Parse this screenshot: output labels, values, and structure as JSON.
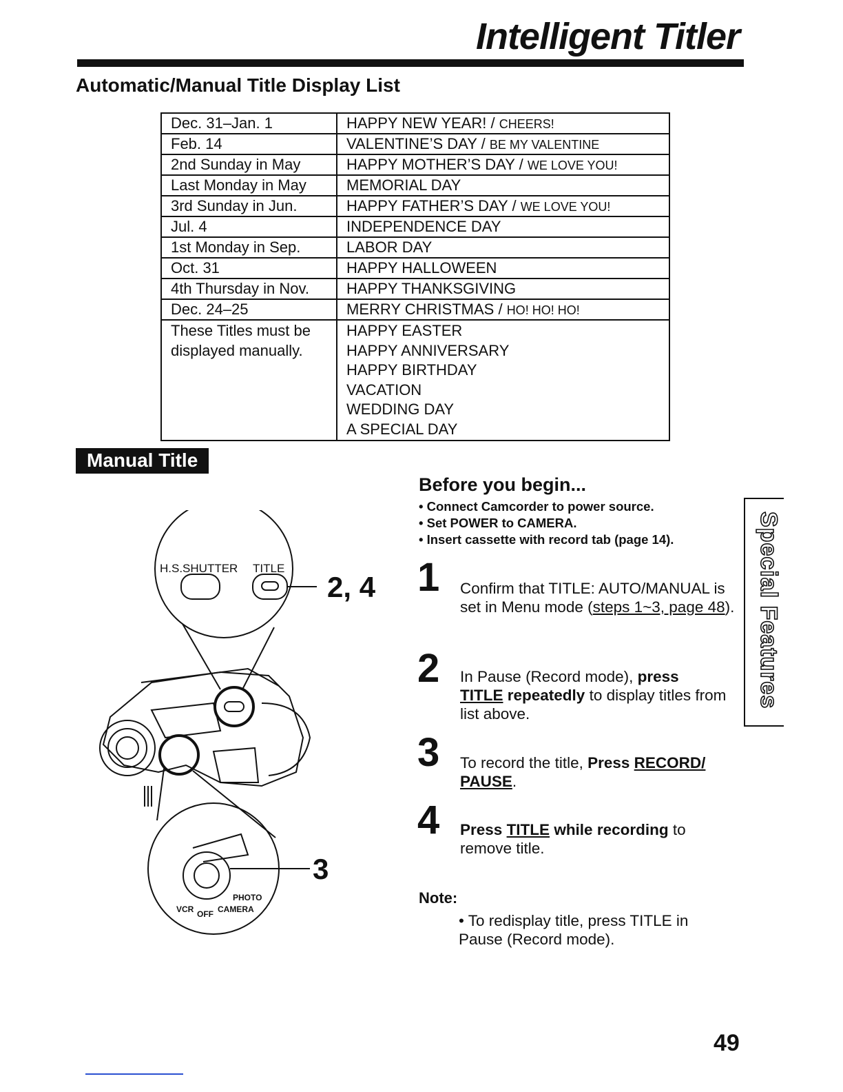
{
  "header": {
    "page_title": "Intelligent Titler",
    "section_heading": "Automatic/Manual Title Display List"
  },
  "title_table": {
    "rows": [
      {
        "date": "Dec. 31–Jan. 1",
        "title_main": "HAPPY NEW YEAR! /",
        "title_alt": "CHEERS!"
      },
      {
        "date": "Feb. 14",
        "title_main": "VALENTINE’S DAY /",
        "title_alt": "BE MY VALENTINE"
      },
      {
        "date": "2nd Sunday in May",
        "title_main": "HAPPY MOTHER’S DAY /",
        "title_alt": "WE LOVE YOU!"
      },
      {
        "date": "Last Monday in May",
        "title_main": "MEMORIAL DAY",
        "title_alt": ""
      },
      {
        "date": "3rd Sunday in Jun.",
        "title_main": "HAPPY FATHER’S DAY /",
        "title_alt": "WE LOVE YOU!"
      },
      {
        "date": "Jul. 4",
        "title_main": "INDEPENDENCE DAY",
        "title_alt": ""
      },
      {
        "date": "1st Monday in Sep.",
        "title_main": "LABOR DAY",
        "title_alt": ""
      },
      {
        "date": "Oct. 31",
        "title_main": "HAPPY HALLOWEEN",
        "title_alt": ""
      },
      {
        "date": "4th Thursday in Nov.",
        "title_main": "HAPPY THANKSGIVING",
        "title_alt": ""
      },
      {
        "date": "Dec. 24–25",
        "title_main": "MERRY CHRISTMAS /",
        "title_alt": "HO! HO! HO!"
      }
    ],
    "manual_note_line1": "These Titles must be",
    "manual_note_line2": "displayed manually.",
    "manual_titles": [
      "HAPPY EASTER",
      "HAPPY ANNIVERSARY",
      "HAPPY BIRTHDAY",
      "VACATION",
      "WEDDING DAY",
      "A SPECIAL DAY"
    ]
  },
  "manual_section": {
    "badge": "Manual Title",
    "illustration": {
      "button_left_label": "H.S.SHUTTER",
      "button_right_label": "TITLE",
      "callout_top": "2, 4",
      "callout_bottom": "3",
      "dial_photo": "PHOTO",
      "dial_vcr": "VCR",
      "dial_off": "OFF",
      "dial_camera": "CAMERA"
    },
    "before_heading": "Before you begin...",
    "prerequisites": [
      "• Connect Camcorder to power source.",
      "• Set POWER to CAMERA.",
      "• Insert cassette with record tab (page 14)."
    ],
    "steps": [
      {
        "num": "1",
        "a": "Confirm that TITLE: AUTO/MANUAL is set in Menu mode (",
        "link": "steps 1~3, page 48",
        "b": ")."
      },
      {
        "num": "2",
        "a": "In Pause (Record mode), ",
        "bold1": "press",
        "link": "TITLE",
        "bold2": " repeatedly",
        "b": " to display titles from list above."
      },
      {
        "num": "3",
        "a": "To record the title, ",
        "bold1": "Press ",
        "link": "RECORD/ PAUSE",
        "b": "."
      },
      {
        "num": "4",
        "bold1": "Press ",
        "link": "TITLE",
        "bold2": " while recording",
        "b": " to remove title."
      }
    ],
    "note_label": "Note:",
    "note_text": "• To redisplay title, press TITLE in Pause (Record mode)."
  },
  "side_tab": "Special Features",
  "page_number": "49"
}
